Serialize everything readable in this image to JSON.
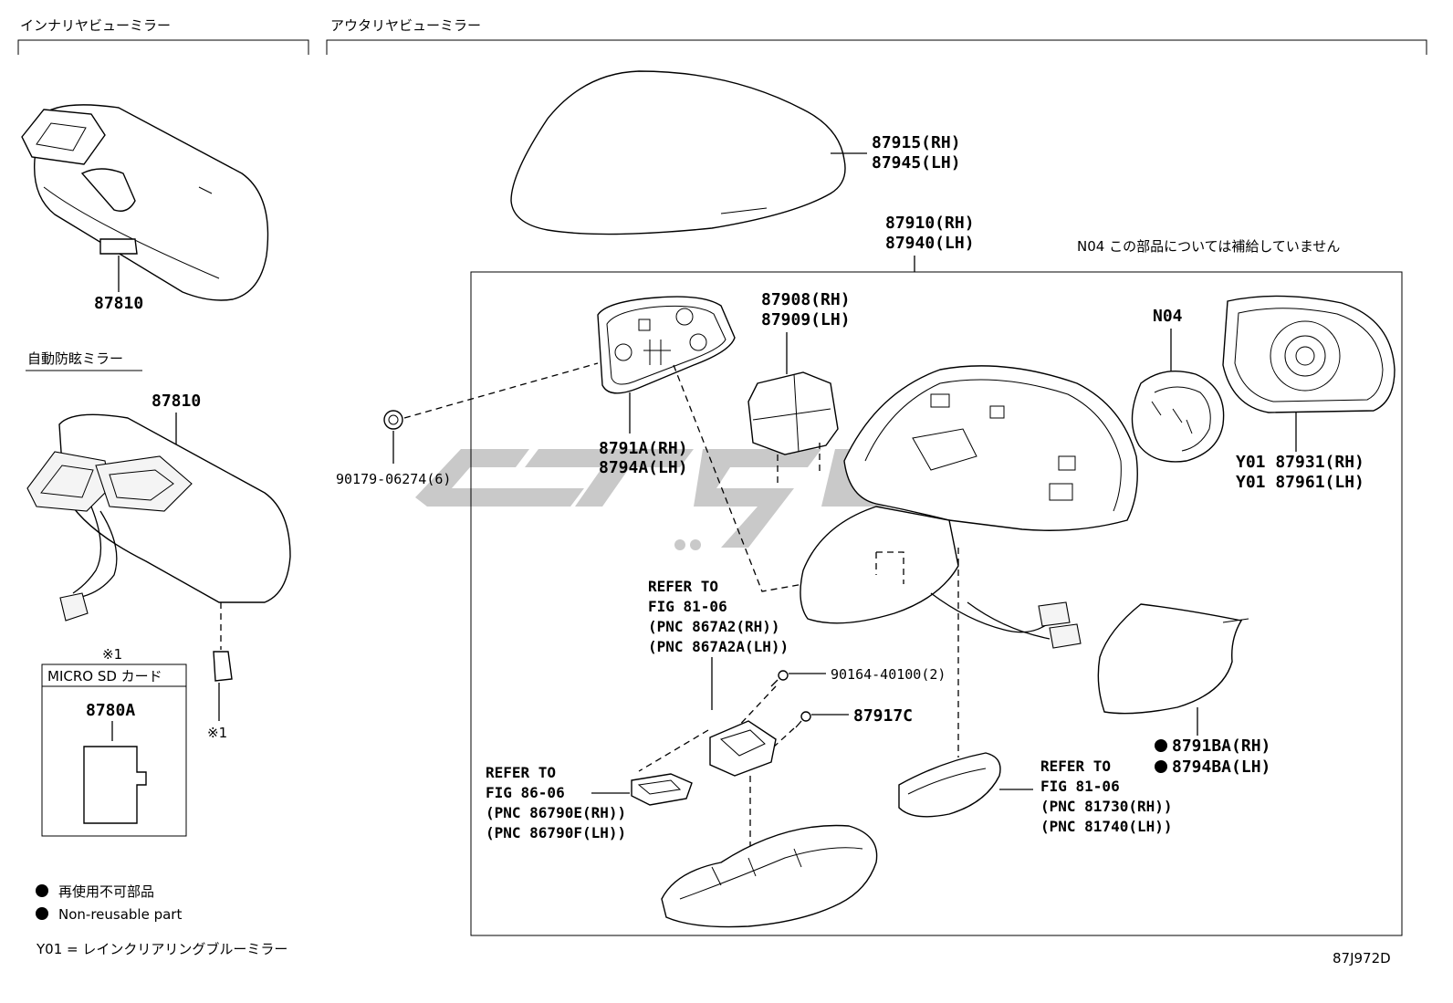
{
  "sections": {
    "inner_mirror": "インナリヤビューミラー",
    "outer_mirror": "アウタリヤビューミラー",
    "auto_dimming": "自動防眩ミラー"
  },
  "notes": {
    "n04_note": "N04 この部品については補給していません",
    "legend_jp": "再使用不可部品",
    "legend_en": "Non-reusable part",
    "y01_note": "Y01 = レインクリアリングブルーミラー",
    "diagram_code": "87J972D"
  },
  "sd_card": {
    "mark": "※1",
    "title": "MICRO SD カード",
    "part": "8780A",
    "mark_bottom": "※1"
  },
  "labels": {
    "p87810_top": "87810",
    "p87810_auto": "87810",
    "p87915": "87915(RH)",
    "p87945": "87945(LH)",
    "p87910": "87910(RH)",
    "p87940": "87940(LH)",
    "p87908": "87908(RH)",
    "p87909": "87909(LH)",
    "pN04": "N04",
    "pY01a": "Y01 87931(RH)",
    "pY01b": "Y01 87961(LH)",
    "p8791A": "8791A(RH)",
    "p8794A": "8794A(LH)",
    "p90179": "90179-06274(6)",
    "p90164": "90164-40100(2)",
    "p87917C": "87917C",
    "p8791BA": "8791BA(RH)",
    "p8794BA": "8794BA(LH)"
  },
  "refs": {
    "ref1": [
      "REFER TO",
      "FIG 81-06",
      "(PNC 867A2(RH))",
      "(PNC 867A2A(LH))"
    ],
    "ref2": [
      "REFER TO",
      "FIG 86-06",
      "(PNC 86790E(RH))",
      "(PNC 86790F(LH))"
    ],
    "ref3": [
      "REFER TO",
      "FIG 81-06",
      "(PNC 81730(RH))",
      "(PNC 81740(LH))"
    ]
  },
  "colors": {
    "line": "#000000",
    "watermark": "#c9c9c9",
    "background": "#ffffff"
  }
}
